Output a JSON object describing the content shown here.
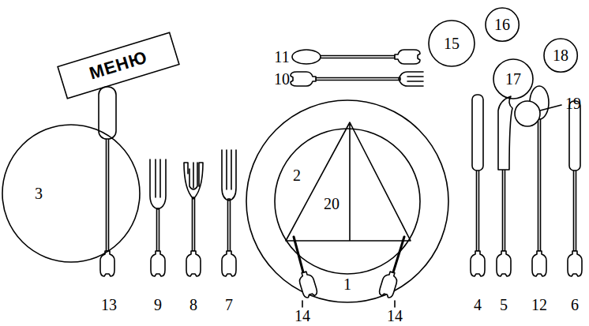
{
  "diagram": {
    "nodes": [
      {
        "text": [
          "МЕНЮ"
        ]
      },
      {
        "text": [
          "3"
        ]
      },
      {
        "text": [
          "15"
        ]
      },
      {
        "text": [
          "16"
        ]
      },
      {
        "text": [
          "17"
        ]
      },
      {
        "text": [
          "18"
        ]
      }
    ],
    "labels": [
      "2",
      "20",
      "1",
      "14",
      "14",
      "13",
      "9",
      "8",
      "7",
      "4",
      "5",
      "12",
      "6",
      "11",
      "10",
      "19"
    ]
  }
}
